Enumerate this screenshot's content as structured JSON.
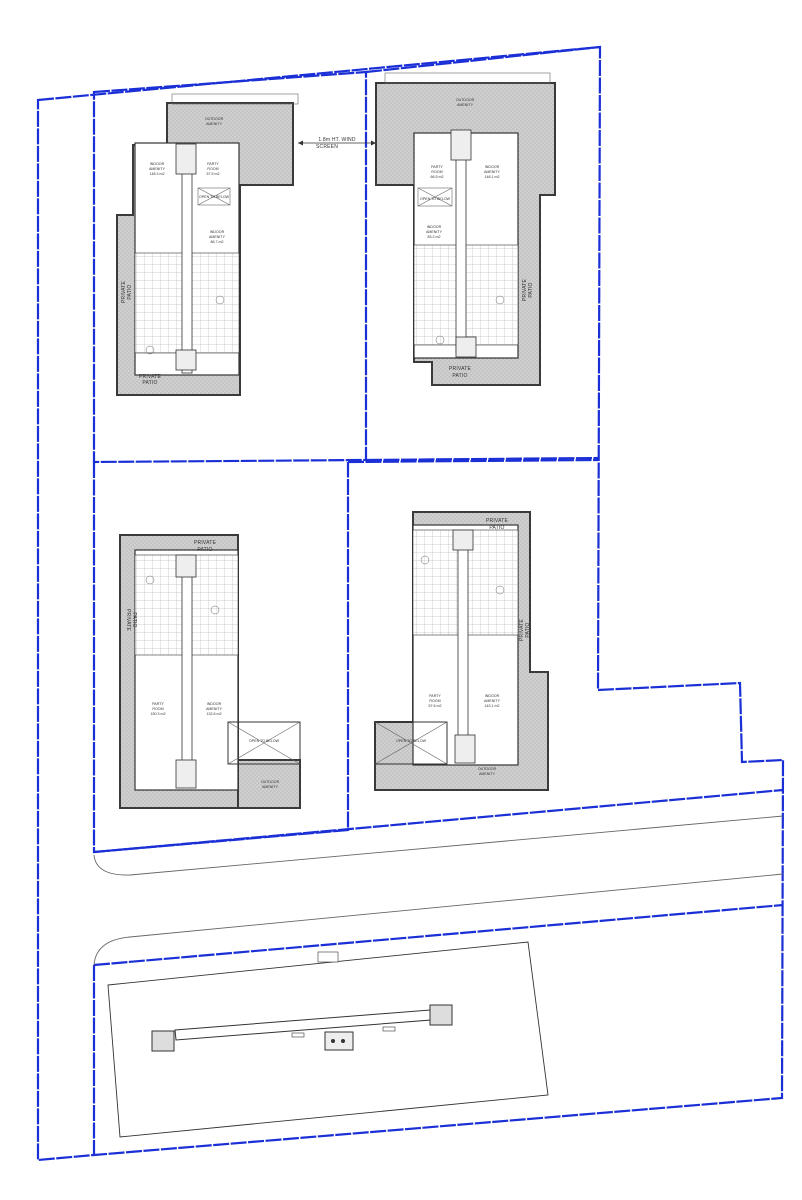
{
  "colors": {
    "property_line": "#1a2fd6",
    "wall": "#3a3a3a",
    "patio_fill": "#c9c9c9",
    "hatch": "#a8a8a8",
    "line": "#555555",
    "paper": "#ffffff"
  },
  "annotations": {
    "wind_screen_line1": "1.8m HT. WIND",
    "wind_screen_line2": "SCREEN"
  },
  "buildings": [
    {
      "id": "tl",
      "rooms": [
        {
          "name": "INDOOR",
          "sub": "AMENITY",
          "area": "148.3 m2"
        },
        {
          "name": "PARTY",
          "sub": "ROOM",
          "area": "57.5 m2"
        },
        {
          "name": "INDOOR",
          "sub": "AMENITY",
          "area": "86.7 m2"
        }
      ],
      "patios": [
        "PRIVATE",
        "PATIO",
        "PRIVATE",
        "PATIO"
      ],
      "openings": [
        "OPEN TO BELOW"
      ],
      "outdoor": [
        "OUTDOOR",
        "AMENITY"
      ]
    },
    {
      "id": "tr",
      "rooms": [
        {
          "name": "PARTY",
          "sub": "ROOM",
          "area": "66.5 m2"
        },
        {
          "name": "INDOOR",
          "sub": "AMENITY",
          "area": "148.1 m2"
        },
        {
          "name": "INDOOR",
          "sub": "AMENITY",
          "area": "83.2 m2"
        }
      ],
      "patios": [
        "PRIVATE",
        "PATIO",
        "PRIVATE",
        "PATIO"
      ],
      "openings": [
        "OPEN TO BELOW"
      ],
      "outdoor": [
        "OUTDOOR",
        "AMENITY"
      ]
    },
    {
      "id": "bl",
      "rooms": [
        {
          "name": "PARTY",
          "sub": "ROOM",
          "area": "150.3 m2"
        },
        {
          "name": "INDOOR",
          "sub": "AMENITY",
          "area": "132.6 m2"
        }
      ],
      "patios": [
        "PRIVATE",
        "PATIO",
        "PRIVATE",
        "PATIO"
      ],
      "openings": [
        "OPEN TO BELOW"
      ],
      "outdoor": [
        "OUTDOOR",
        "AMENITY"
      ]
    },
    {
      "id": "br",
      "rooms": [
        {
          "name": "PARTY",
          "sub": "ROOM",
          "area": "57.6 m2"
        },
        {
          "name": "INDOOR",
          "sub": "AMENITY",
          "area": "143.1 m2"
        }
      ],
      "patios": [
        "PRIVATE",
        "PATIO",
        "PRIVATE",
        "PATIO"
      ],
      "openings": [
        "OPEN TO BELOW"
      ],
      "outdoor": [
        "OUTDOOR",
        "AMENITY"
      ]
    }
  ]
}
